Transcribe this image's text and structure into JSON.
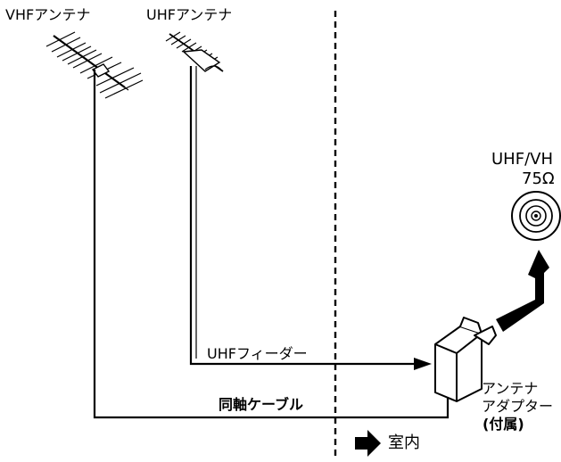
{
  "labels": {
    "vhf_antenna": "VHFアンテナ",
    "uhf_antenna": "UHFアンテナ",
    "outlet_line1": "UHF/VH",
    "outlet_line2": "75Ω",
    "uhf_feeder": "UHFフィーダー",
    "coax_cable": "同軸ケーブル",
    "adapter_line1": "アンテナ",
    "adapter_line2": "アダプター",
    "adapter_line3": "(付属)",
    "indoor": "室内"
  },
  "colors": {
    "ink": "#000000",
    "background": "#ffffff"
  },
  "icons": {
    "indoor_arrow": "right-arrow-icon",
    "outlet": "coaxial-outlet-icon"
  }
}
